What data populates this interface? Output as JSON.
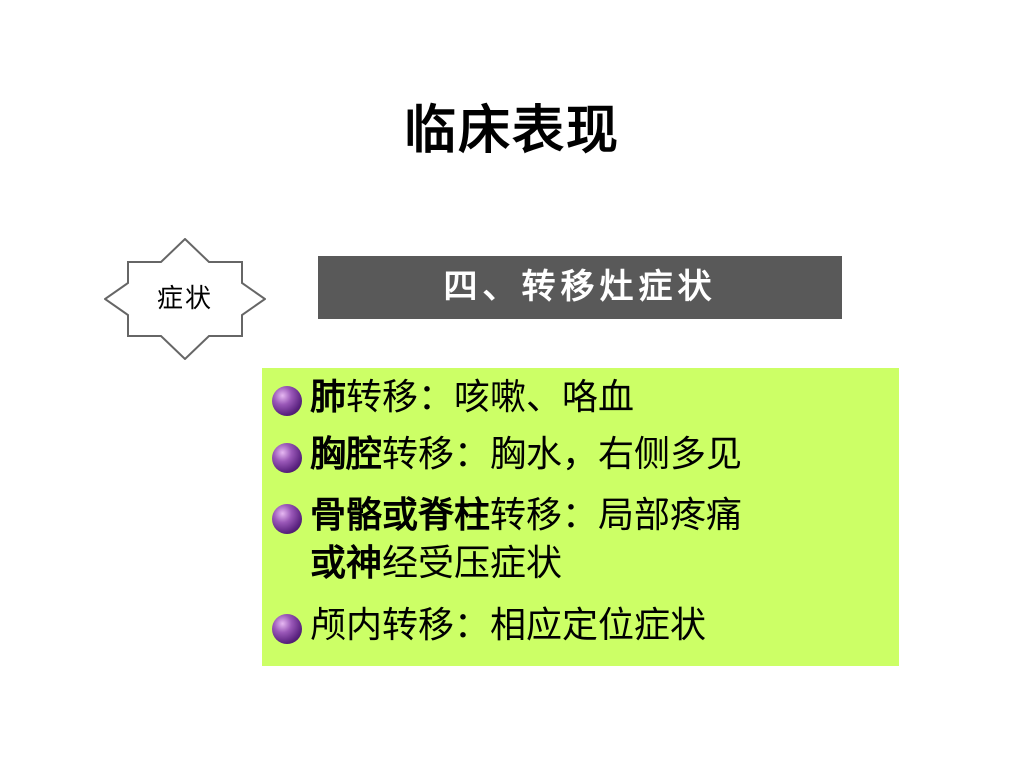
{
  "slide": {
    "title": "临床表现"
  },
  "badge": {
    "label": "症状"
  },
  "banner": {
    "text": "四、转移灶症状"
  },
  "list": {
    "items": [
      {
        "bold": "肺",
        "rest": "转移：咳嗽、咯血"
      },
      {
        "bold": "胸腔",
        "rest": "转移：胸水，右侧多见"
      },
      {
        "bold": "骨骼或脊柱",
        "rest": "转移：局部疼痛",
        "bold2": "或神",
        "rest2": "经受压症状"
      },
      {
        "bold": "",
        "rest": "颅内转移：相应定位症状"
      }
    ]
  },
  "colors": {
    "banner_background": "#595959",
    "content_background": "#ccff66",
    "bullet": "#5b2380"
  },
  "icons": {
    "badge": "eight-point-star",
    "bullet": "purple-sphere-bullet"
  }
}
